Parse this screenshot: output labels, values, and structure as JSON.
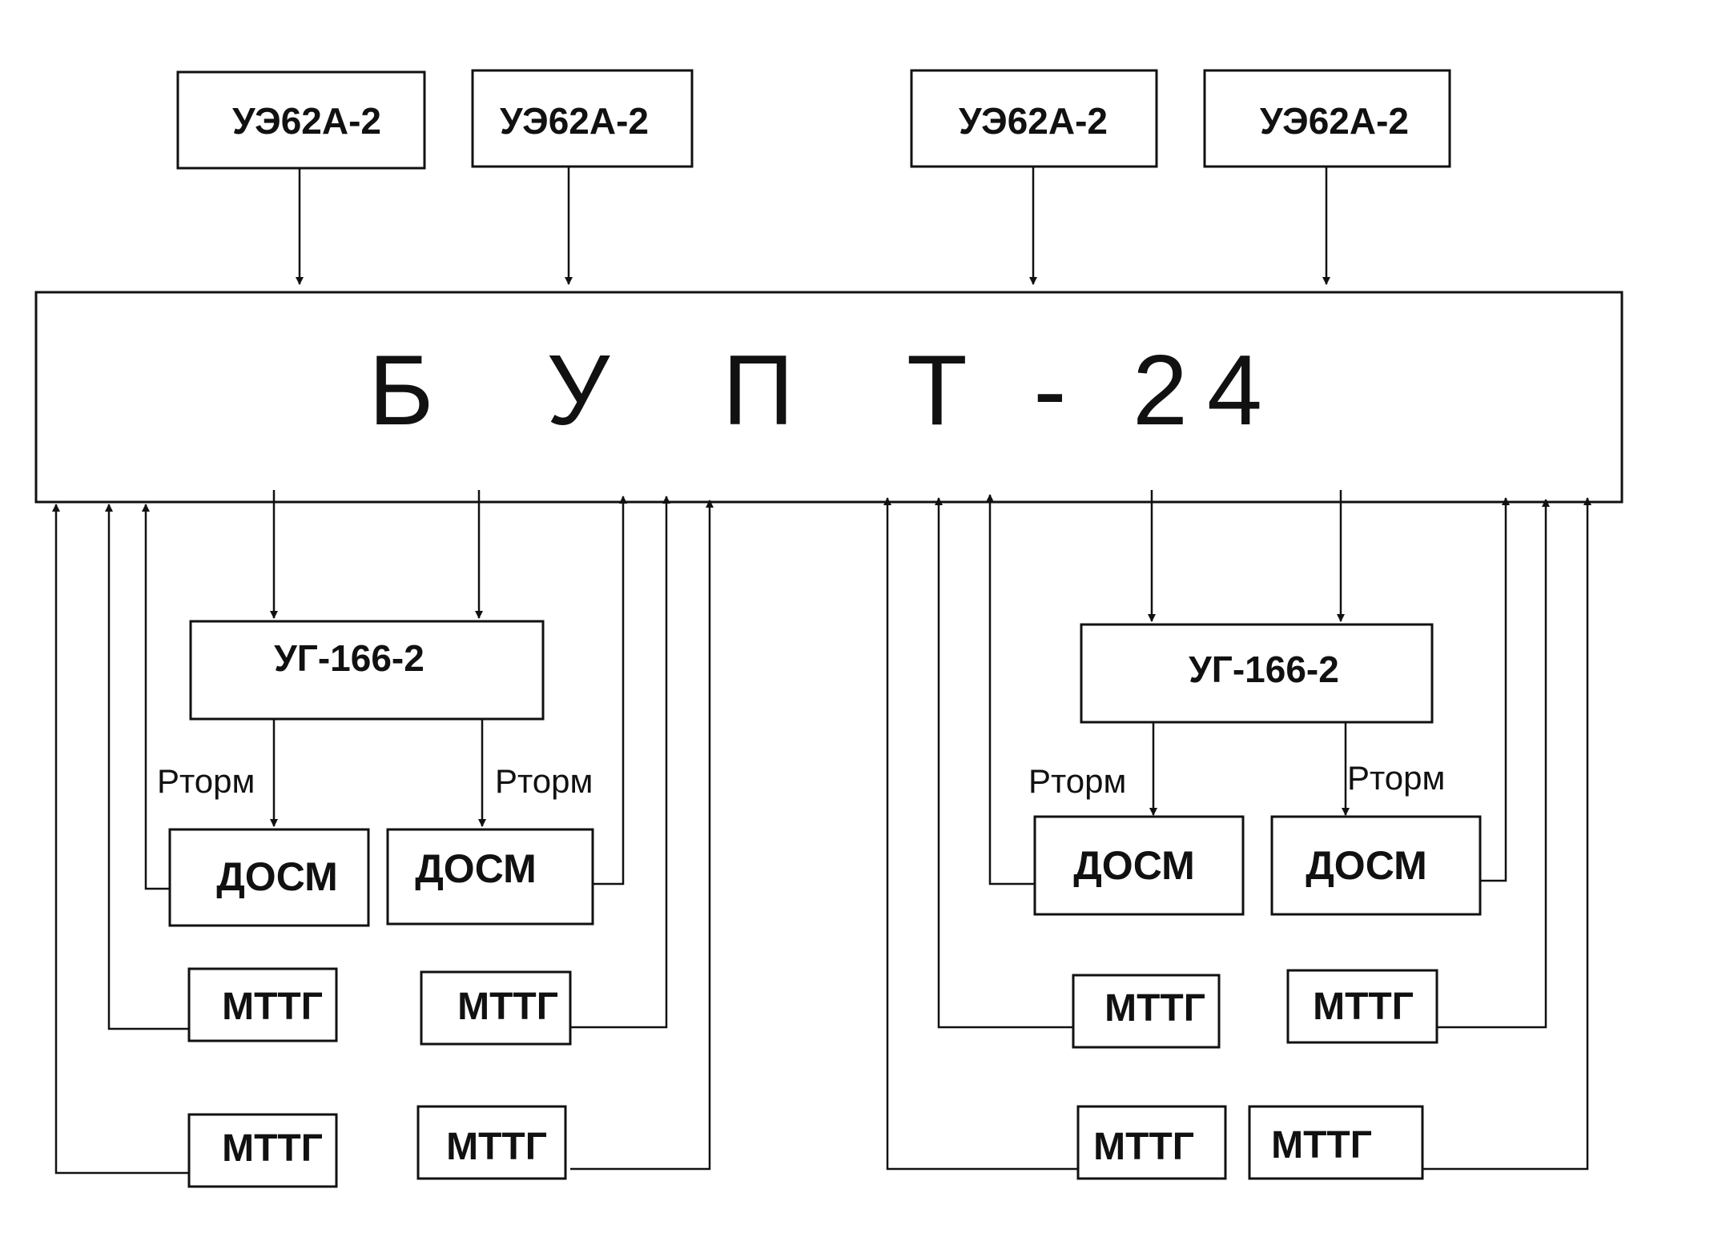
{
  "inputs": [
    "УЭ62А-2",
    "УЭ62А-2",
    "УЭ62А-2",
    "УЭ62А-2"
  ],
  "main_block": "Б  У  П  Т - 24",
  "left": {
    "generator": "УГ-166-2",
    "signal_labels": [
      "Pторм",
      "Pторм"
    ],
    "dosm": [
      "ДОСМ",
      "ДОСМ"
    ],
    "mttg": [
      "МТТГ",
      "МТТГ",
      "МТТГ",
      "МТТГ"
    ]
  },
  "right": {
    "generator": "УГ-166-2",
    "signal_labels": [
      "Pторм",
      "Pторм"
    ],
    "dosm": [
      "ДОСМ",
      "ДОСМ"
    ],
    "mttg": [
      "МТТГ",
      "МТТГ",
      "МТТГ",
      "МТТГ"
    ]
  }
}
